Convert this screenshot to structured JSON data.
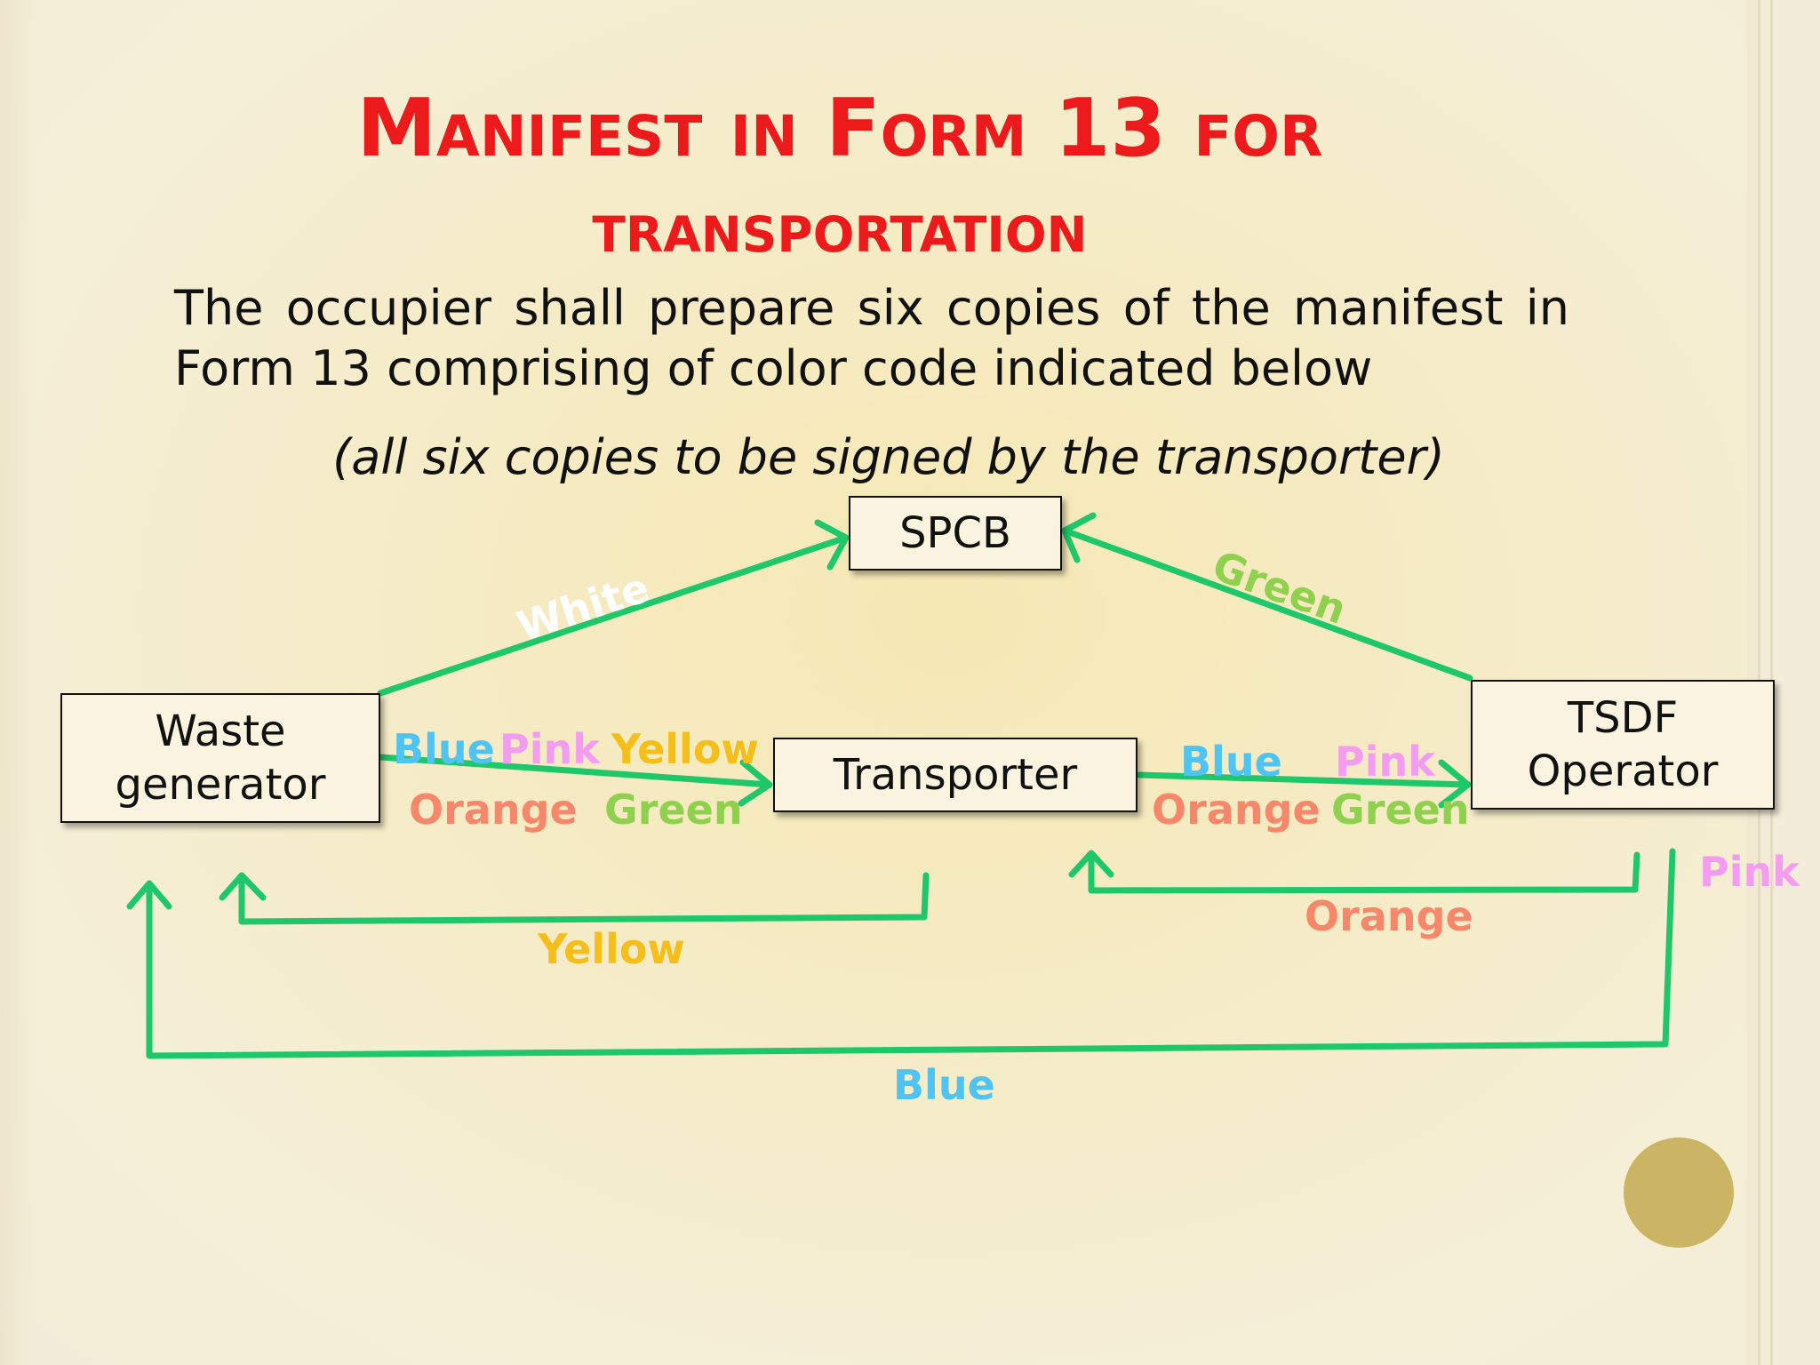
{
  "title": {
    "line1": "Manifest in Form 13 for",
    "line2": "transportation"
  },
  "paragraph": {
    "line1": "The occupier shall prepare six copies of the manifest in",
    "line2": "Form 13 comprising of color code indicated below"
  },
  "note": "(all six copies to be signed by the transporter)",
  "nodes": {
    "spcb": "SPCB",
    "waste_generator": "Waste generator",
    "transporter": "Transporter",
    "tsdf_operator": "TSDF Operator"
  },
  "edge_labels": {
    "to_spcb_from_generator": "White",
    "to_spcb_from_tsdf": "Green",
    "gen_to_trans_blue": "Blue",
    "gen_to_trans_pink": "Pink",
    "gen_to_trans_yellow": "Yellow",
    "gen_to_trans_orange": "Orange",
    "gen_to_trans_green": "Green",
    "trans_to_tsdf_blue": "Blue",
    "trans_to_tsdf_pink": "Pink",
    "trans_to_tsdf_orange": "Orange",
    "trans_to_tsdf_green": "Green",
    "trans_to_gen_return": "Yellow",
    "tsdf_to_trans_return": "Orange",
    "tsdf_to_gen_return": "Blue",
    "tsdf_retained": "Pink"
  },
  "colors": {
    "title": "#ec1a1a",
    "arrow": "#1ec76a",
    "white_label": "#ffffff",
    "green_label": "#8fd04e",
    "blue_label": "#4fc3f1",
    "pink_label": "#f49cf0",
    "yellow_label": "#f5be19",
    "orange_label": "#f7876a",
    "accent_circle": "#cbb463"
  }
}
